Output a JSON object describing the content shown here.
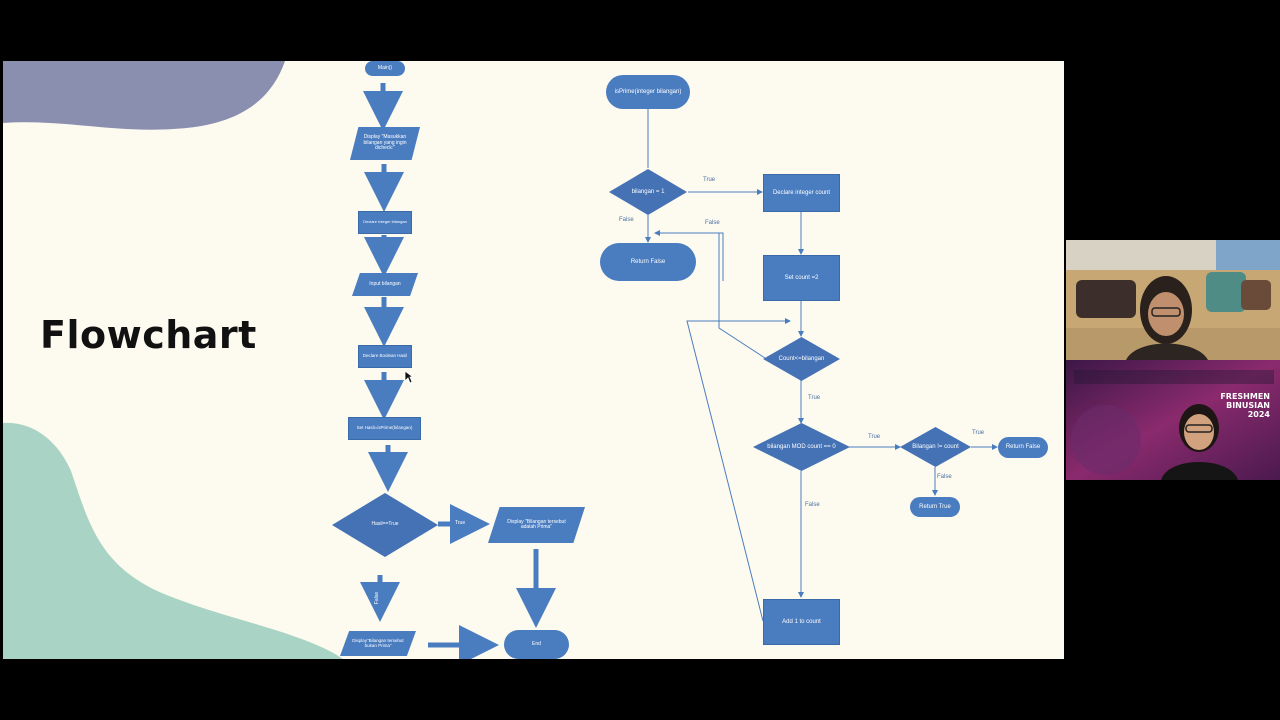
{
  "slide": {
    "title": "Flowchart",
    "main_flow": {
      "start": "Main()",
      "display_prompt": "Display \"Masukkan bilangan yang ingin dicheck:\"",
      "declare_bilangan": "Declare Integer bilangan",
      "input_bilangan": "Input bilangan",
      "declare_hasil": "Declare Boolean Hasil",
      "set_hasil": "Set Hasil=isPrime(bilangan)",
      "decision": "Hasil==True",
      "true_label": "True",
      "false_label": "False",
      "display_prime": "Display \"Bilangan tersebut adalah Prima\"",
      "display_not_prime": "Display\"Bilangan tersebut bukan Prima\"",
      "end": "End"
    },
    "isprime_flow": {
      "start": "isPrime(integer bilangan)",
      "decision1": "bilangan = 1",
      "return_false_1": "Return False",
      "declare_count": "Declare integer count",
      "set_count": "Set count =2",
      "loop_decision": "Count<=bilangan",
      "mod_decision": "bilangan MOD count == 0",
      "neq_decision": "Bilangan != count",
      "return_false_2": "Return False",
      "return_true": "Return True",
      "add_count": "Add 1 to count",
      "label_true_1": "True",
      "label_false_1": "False",
      "label_false_loop": "False",
      "label_true_loop": "True",
      "label_true_mod": "True",
      "label_false_mod": "False",
      "label_true_neq": "True",
      "label_false_neq": "False"
    }
  },
  "participants": [
    {
      "role": "video-tile-1"
    },
    {
      "role": "video-tile-2",
      "banner_line1": "FRESHMEN",
      "banner_line2": "BINUSIAN",
      "banner_line3": "2024"
    }
  ],
  "colors": {
    "shape_blue": "#4a7cc0",
    "background": "#fdfbef",
    "blob_purple": "#8a8fb0",
    "blob_teal": "#a9d3c4"
  }
}
